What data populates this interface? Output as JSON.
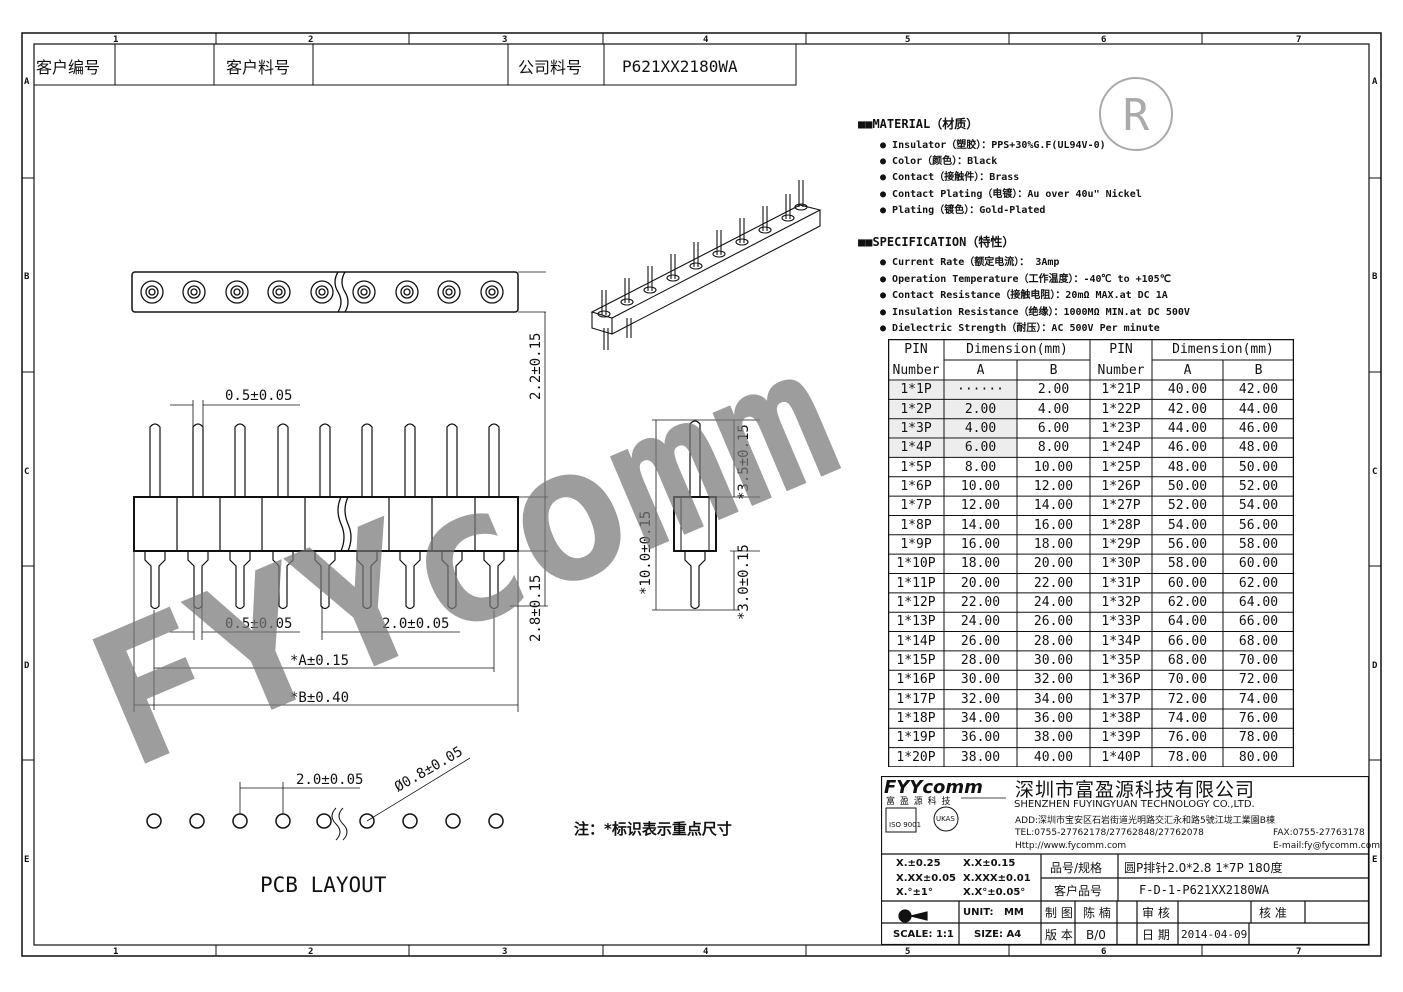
{
  "header": {
    "customer_no_label": "客户编号",
    "customer_part_label": "客户料号",
    "company_part_label": "公司料号",
    "company_part_value": "P621XX2180WA"
  },
  "frame": {
    "cols": [
      "1",
      "2",
      "3",
      "4",
      "5",
      "6",
      "7"
    ],
    "rows": [
      "A",
      "B",
      "C",
      "D",
      "E"
    ]
  },
  "registered_mark": "R",
  "watermark": "FYYcomm",
  "dimensions": {
    "d1": "0.5±0.05",
    "d2": "2.2±0.15",
    "d3": "0.5±0.05",
    "d4": "2.0±0.05",
    "d5": "*A±0.15",
    "d6": "*B±0.40",
    "d7": "2.8±0.15",
    "d8": "*10.0±0.15",
    "d9": "*3.5±0.15",
    "d10": "*3.0±0.15",
    "d11": "2.0±0.05",
    "d12": "Ø0.8±0.05"
  },
  "pcb_layout_label": "PCB LAYOUT",
  "note": "注：*标识表示重点尺寸",
  "material": {
    "title": "MATERIAL（材质）",
    "items": [
      "Insulator（塑胶）：PPS+30%G.F(UL94V-0)",
      "Color（颜色）：Black",
      "Contact（接触件）：Brass",
      "Contact Plating（电镀）：Au over 40u\" Nickel",
      "Plating（镀色）：Gold-Plated"
    ]
  },
  "specification": {
    "title": "SPECIFICATION（特性）",
    "items": [
      "Current Rate（额定电流）：  3Amp",
      "Operation Temperature（工作温度）：-40℃ to +105℃",
      "Contact Resistance（接触电阻）：20mΩ MAX.at DC 1A",
      "Insulation Resistance（绝缘）：1000MΩ MIN.at DC 500V",
      "Dielectric Strength（耐压）：AC 500V Per minute"
    ]
  },
  "dim_table": {
    "h_pin": "PIN",
    "h_number": "Number",
    "h_dim": "Dimension(mm)",
    "h_a": "A",
    "h_b": "B",
    "rows": [
      [
        "1*1P",
        "······",
        "2.00",
        "1*21P",
        "40.00",
        "42.00"
      ],
      [
        "1*2P",
        "2.00",
        "4.00",
        "1*22P",
        "42.00",
        "44.00"
      ],
      [
        "1*3P",
        "4.00",
        "6.00",
        "1*23P",
        "44.00",
        "46.00"
      ],
      [
        "1*4P",
        "6.00",
        "8.00",
        "1*24P",
        "46.00",
        "48.00"
      ],
      [
        "1*5P",
        "8.00",
        "10.00",
        "1*25P",
        "48.00",
        "50.00"
      ],
      [
        "1*6P",
        "10.00",
        "12.00",
        "1*26P",
        "50.00",
        "52.00"
      ],
      [
        "1*7P",
        "12.00",
        "14.00",
        "1*27P",
        "52.00",
        "54.00"
      ],
      [
        "1*8P",
        "14.00",
        "16.00",
        "1*28P",
        "54.00",
        "56.00"
      ],
      [
        "1*9P",
        "16.00",
        "18.00",
        "1*29P",
        "56.00",
        "58.00"
      ],
      [
        "1*10P",
        "18.00",
        "20.00",
        "1*30P",
        "58.00",
        "60.00"
      ],
      [
        "1*11P",
        "20.00",
        "22.00",
        "1*31P",
        "60.00",
        "62.00"
      ],
      [
        "1*12P",
        "22.00",
        "24.00",
        "1*32P",
        "62.00",
        "64.00"
      ],
      [
        "1*13P",
        "24.00",
        "26.00",
        "1*33P",
        "64.00",
        "66.00"
      ],
      [
        "1*14P",
        "26.00",
        "28.00",
        "1*34P",
        "66.00",
        "68.00"
      ],
      [
        "1*15P",
        "28.00",
        "30.00",
        "1*35P",
        "68.00",
        "70.00"
      ],
      [
        "1*16P",
        "30.00",
        "32.00",
        "1*36P",
        "70.00",
        "72.00"
      ],
      [
        "1*17P",
        "32.00",
        "34.00",
        "1*37P",
        "72.00",
        "74.00"
      ],
      [
        "1*18P",
        "34.00",
        "36.00",
        "1*38P",
        "74.00",
        "76.00"
      ],
      [
        "1*19P",
        "36.00",
        "38.00",
        "1*39P",
        "76.00",
        "78.00"
      ],
      [
        "1*20P",
        "38.00",
        "40.00",
        "1*40P",
        "78.00",
        "80.00"
      ]
    ]
  },
  "title_block": {
    "logo": "FYYcomm",
    "logo_cn": "富 盈 源 科 技",
    "company_cn": "深圳市富盈源科技有限公司",
    "company_en": "SHENZHEN FUYINGYUAN TECHNOLOGY CO.,LTD.",
    "address": "ADD:深圳市宝安区石岩街道光明路交汇永和路5號江垅工業園B棟",
    "tel": "TEL:0755-27762178/27762848/27762078",
    "fax": "FAX:0755-27763178",
    "http": "Http://www.fycomm.com",
    "email": "E-mail:fy@fycomm.com",
    "cert_iso": "ISO 9001",
    "cert_ukas": "UKAS",
    "tol1": "X.±0.25",
    "tol2": "X.X±0.15",
    "tol3": "X.XX±0.05",
    "tol4": "X.XXX±0.01",
    "tol5": "X.°±1°",
    "tol6": "X.X°±0.05°",
    "unit_label": "UNIT:",
    "unit_value": "MM",
    "scale_label": "SCALE: 1:1",
    "size_label": "SIZE: A4",
    "spec_label": "品号/规格",
    "spec_value": "圆P排针2.0*2.8  1*7P  180度",
    "cust_no_label": "客户品号",
    "cust_no_value": "F-D-1-P621XX2180WA",
    "draw_label": "制 图",
    "draw_value": "陈 楠",
    "check_label": "审 核",
    "approve_label": "核 准",
    "ver_label": "版 本",
    "ver_value": "B/0",
    "date_label": "日 期",
    "date_value": "2014-04-09"
  }
}
